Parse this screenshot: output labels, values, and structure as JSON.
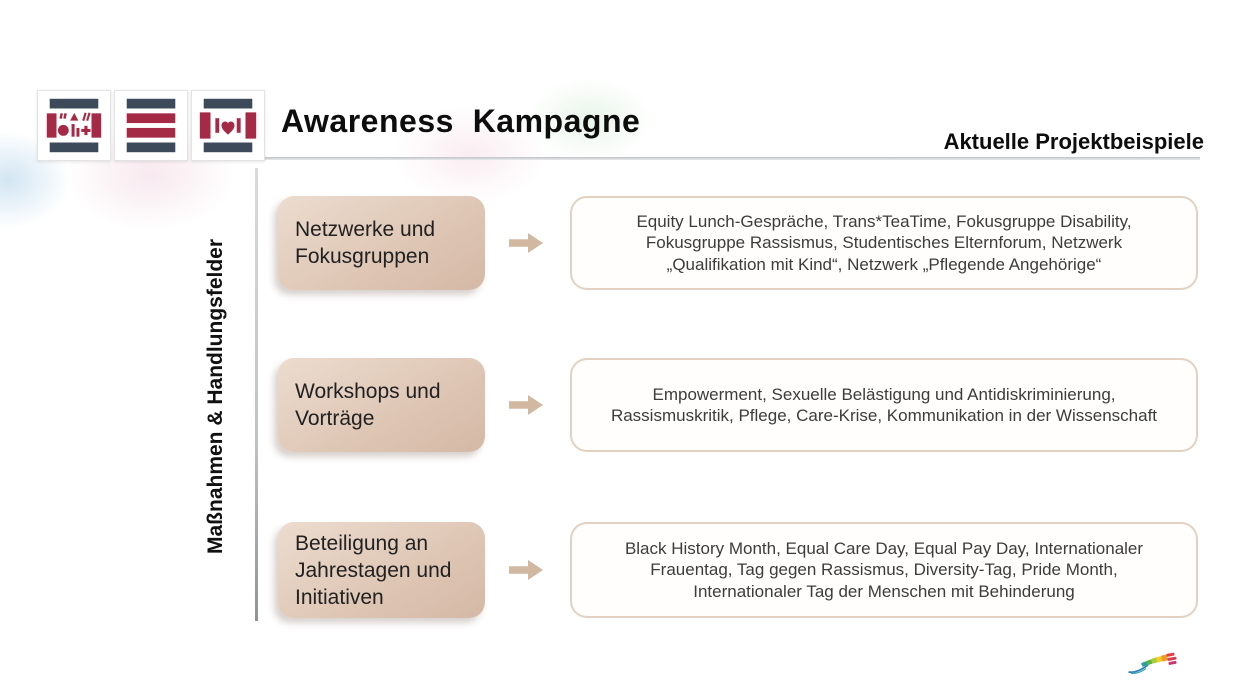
{
  "header": {
    "title": "Awareness  Kampagne",
    "subtitle": "Aktuelle Projektbeispiele"
  },
  "sidebar": {
    "label": "Maßnahmen & Handlungsfelder"
  },
  "rows": [
    {
      "category": "Netzwerke und Fokusgruppen",
      "examples": "Equity Lunch-Gespräche, Trans*TeaTime, Fokusgruppe Disability, Fokusgruppe Rassismus, Studentisches Elternforum, Netzwerk „Qualifikation mit Kind“, Netzwerk „Pflegende Angehörige“"
    },
    {
      "category": "Workshops und Vorträge",
      "examples": "Empowerment, Sexuelle Belästigung und Antidiskriminierung, Rassismuskritik, Pflege, Care-Krise, Kommunikation in der Wissenschaft"
    },
    {
      "category": "Beteiligung an Jahrestagen und Initiativen",
      "examples": "Black History Month, Equal Care Day, Equal Pay Day, Internationaler Frauentag, Tag gegen Rassismus, Diversity-Tag, Pride Month, Internationaler Tag der Menschen mit Behinderung"
    }
  ],
  "icons": {
    "logo_tiles": [
      "logo-tile-symbols",
      "logo-tile-stripes",
      "logo-tile-heart"
    ],
    "arrow": "block-arrow-right",
    "footer": "rainbow-swoosh"
  },
  "colors": {
    "logo_dark": "#3d4a59",
    "logo_red": "#a52a45",
    "category_fill": "#ddc4b2",
    "box_border": "#e3d1c1",
    "arrow_fill": "#d2b7a1",
    "line_gray": "#c0c3c5"
  }
}
